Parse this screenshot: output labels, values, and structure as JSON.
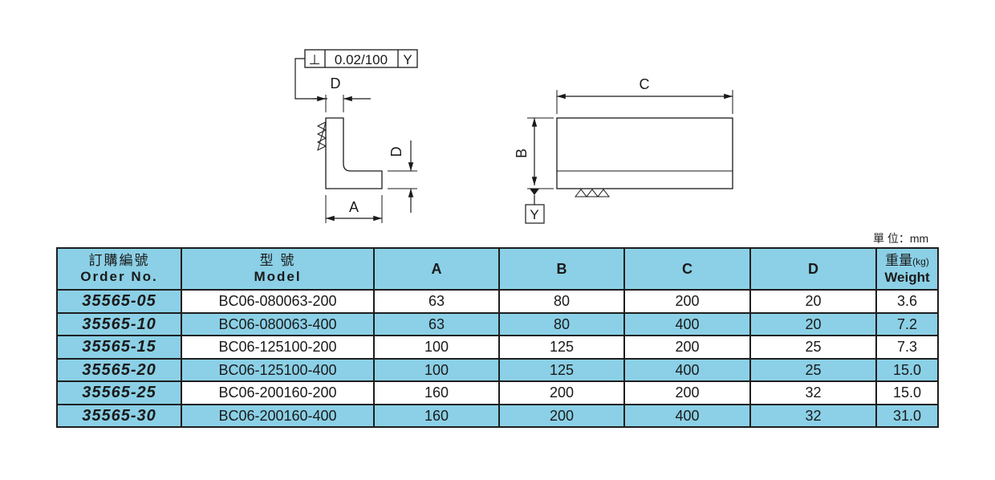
{
  "drawing": {
    "tolerance_frame": {
      "symbol": "⊥",
      "value": "0.02/100",
      "datum": "Y"
    },
    "left_view_labels": {
      "d_top": "D",
      "d_side": "D",
      "a": "A"
    },
    "right_view_labels": {
      "c": "C",
      "b": "B",
      "datum": "Y"
    }
  },
  "unit_label": "單 位：mm",
  "table": {
    "headers": {
      "order_zh": "訂購編號",
      "order_en": "Order No.",
      "model_zh": "型 號",
      "model_en": "Model",
      "a": "A",
      "b": "B",
      "c": "C",
      "d": "D",
      "weight_zh": "重量",
      "weight_unit": "(kg)",
      "weight_en": "Weight"
    },
    "rows": [
      {
        "order": "35565-05",
        "model": "BC06-080063-200",
        "a": "63",
        "b": "80",
        "c": "200",
        "d": "20",
        "weight": "3.6"
      },
      {
        "order": "35565-10",
        "model": "BC06-080063-400",
        "a": "63",
        "b": "80",
        "c": "400",
        "d": "20",
        "weight": "7.2"
      },
      {
        "order": "35565-15",
        "model": "BC06-125100-200",
        "a": "100",
        "b": "125",
        "c": "200",
        "d": "25",
        "weight": "7.3"
      },
      {
        "order": "35565-20",
        "model": "BC06-125100-400",
        "a": "100",
        "b": "125",
        "c": "400",
        "d": "25",
        "weight": "15.0"
      },
      {
        "order": "35565-25",
        "model": "BC06-200160-200",
        "a": "160",
        "b": "200",
        "c": "200",
        "d": "32",
        "weight": "15.0"
      },
      {
        "order": "35565-30",
        "model": "BC06-200160-400",
        "a": "160",
        "b": "200",
        "c": "400",
        "d": "32",
        "weight": "31.0"
      }
    ]
  },
  "colors": {
    "header_bg": "#8bd0e6",
    "row_alt_bg": "#8bd0e6",
    "border": "#1e1e1e"
  }
}
